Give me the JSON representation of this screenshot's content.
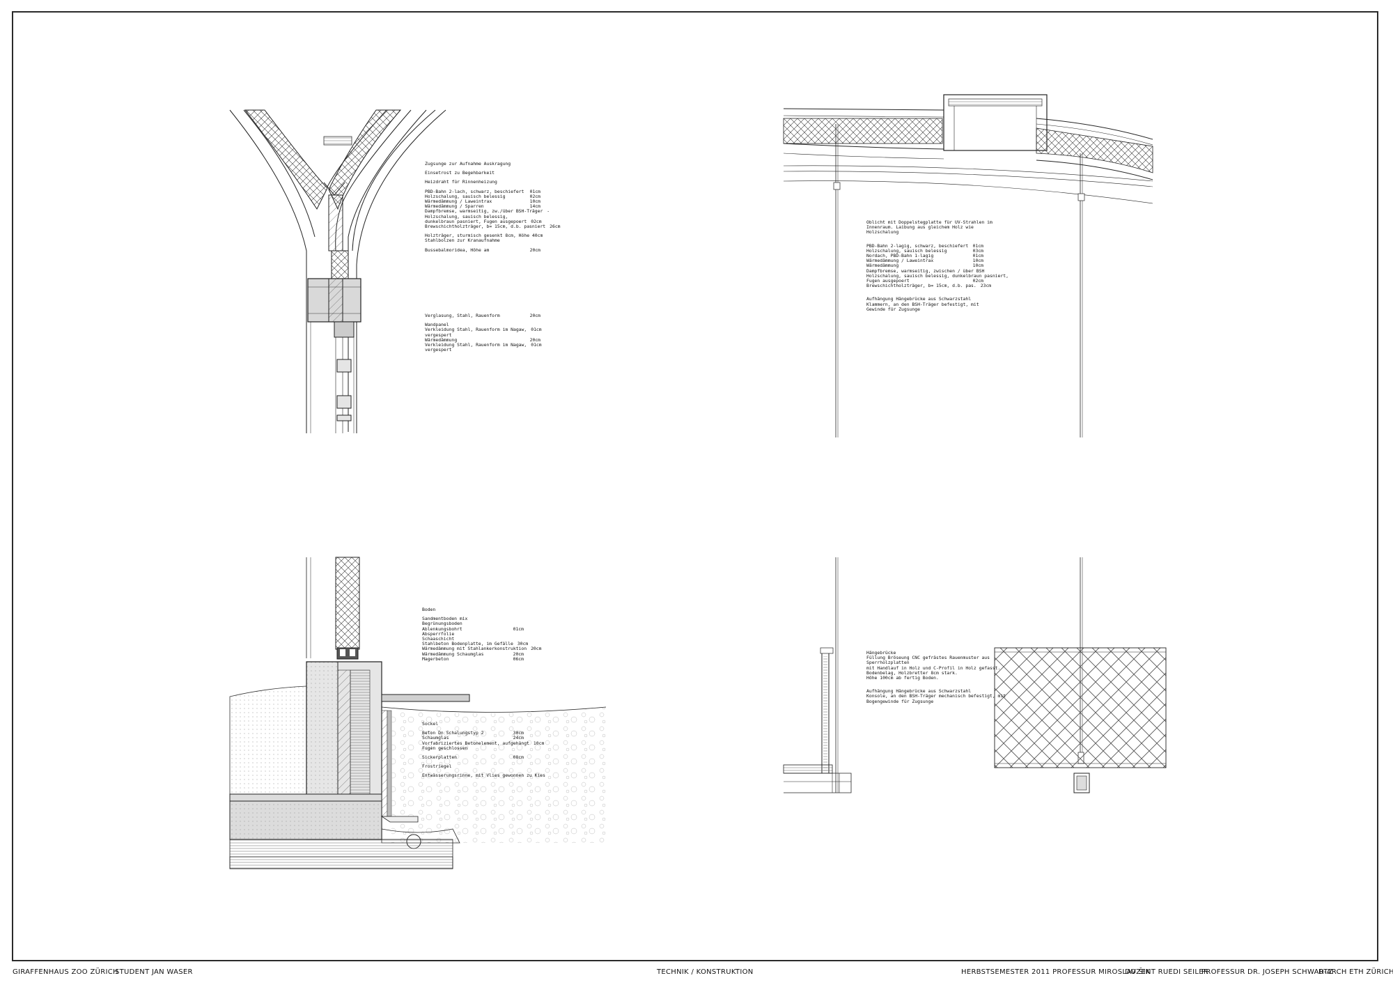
{
  "footer": {
    "project": "GIRAFFENHAUS ZOO ZÜRICH",
    "student": "STUDENT JAN WASER",
    "subject": "TECHNIK / KONSTRUKTION",
    "semester": "HERBSTSEMESTER 2011  PROFESSUR MIROSLAV ŠIK",
    "lecturer": "DOZENT RUEDI SEILER",
    "professor": "PROFESSUR DR. JOSEPH SCHWARTZ",
    "institution": "D-ARCH  ETH ZÜRICH"
  },
  "notes": {
    "detail_top_left": [
      {
        "t": "Zugsunge zur Aufnahme Auskragung",
        "v": ""
      },
      {
        "gap": true
      },
      {
        "t": "Einsetrost zu Begehbarkeit",
        "v": ""
      },
      {
        "gap": true
      },
      {
        "t": "Heizdraht für Rinnenheizung",
        "v": ""
      },
      {
        "gap": true
      },
      {
        "t": "PBD-Bahn 2-lach, schwarz, beschiefert",
        "v": "01cm"
      },
      {
        "t": "Holzschalung, sauisch belessig",
        "v": "02cm"
      },
      {
        "t": "Wärmedämmung / Laweintrax",
        "v": "10cm"
      },
      {
        "t": "Wärmedämmung / Sparren",
        "v": "14cm"
      },
      {
        "t": "Dampfbremse, warmseitig, zw./über BSH-Träger",
        "v": "-"
      },
      {
        "t": "Holzschalung, sauisch belessig,",
        "v": ""
      },
      {
        "t": "dunkelbraun pasniert, Fugen ausgepoert",
        "v": "02cm"
      },
      {
        "t": "Brewschichtholzträger, b= 15cm, d.b. pasniert",
        "v": "26cm"
      },
      {
        "gap": true
      },
      {
        "t": "Holzträger, sturmisch gesenkt 8cm, Höhe 40cm",
        "v": ""
      },
      {
        "t": "Stahlbolzen zur Kranaufnahme",
        "v": ""
      },
      {
        "gap": true
      },
      {
        "t": "Bussebalmoridea, Höhe am",
        "v": "20cm"
      }
    ],
    "detail_top_left_lower": [
      {
        "t": "Verglasung, Stahl, Rauenform",
        "v": "20cm"
      },
      {
        "gap": true
      },
      {
        "t": "Wandpanel",
        "v": ""
      },
      {
        "t": "Verkleidung Stahl, Rauenform im Nagaw,",
        "v": "01cm"
      },
      {
        "t": "vergespert",
        "v": ""
      },
      {
        "t": "Wärmedämmung",
        "v": "20cm"
      },
      {
        "t": "Verkleidung Stahl, Rauenform im Nagaw,",
        "v": "01cm"
      },
      {
        "t": "vergespert",
        "v": ""
      }
    ],
    "detail_top_right": [
      {
        "t": "Oblicht mit Doppelstegplatte für UV-Strahlen im",
        "v": ""
      },
      {
        "t": "Innenraum. Laibung aus gleichem Holz wie",
        "v": ""
      },
      {
        "t": "Holzschalung",
        "v": ""
      },
      {
        "gap": true
      },
      {
        "gap": true
      },
      {
        "t": "PBD-Bahn 2-lagig, schwarz, beschiefert",
        "v": "01cm"
      },
      {
        "t": "Holzschalung, sauisch belessig",
        "v": "03cm"
      },
      {
        "t": "Nordach, PBD-Bahn 1-lagig",
        "v": "01cm"
      },
      {
        "t": "Wärmedämmung / Laweintrax",
        "v": "10cm"
      },
      {
        "t": "Wärmedämmung",
        "v": "10cm"
      },
      {
        "t": "Dampfbremse, warmseitig, zwischen / über BSH",
        "v": ""
      },
      {
        "t": "Holzschalung, sauisch belessig, dunkelbraun pasniert,",
        "v": ""
      },
      {
        "t": "Fugen ausgepoert",
        "v": "02cm"
      },
      {
        "t": "Brewschichtholzträger, b= 15cm, d.b. pas.",
        "v": "23cm"
      },
      {
        "gap": true
      },
      {
        "gap": true
      },
      {
        "t": "Aufhängung Hängebrücke aus Schwarzstahl",
        "v": ""
      },
      {
        "t": "Klammern, an den BSH-Träger befestigt, mit",
        "v": ""
      },
      {
        "t": "Gewinde für Zugsunge",
        "v": ""
      }
    ],
    "detail_bottom_left": [
      {
        "t": "Boden",
        "v": ""
      },
      {
        "gap": true
      },
      {
        "t": "Sandmentboden mix",
        "v": ""
      },
      {
        "t": "Begrünungsboden",
        "v": ""
      },
      {
        "t": "Ablenkungsbohrt",
        "v": "01cm"
      },
      {
        "t": "Absperrfolie",
        "v": ""
      },
      {
        "t": "Schaaschicht",
        "v": ""
      },
      {
        "t": "Stahlbeton Bodenplatte, im Gefälle",
        "v": "30cm"
      },
      {
        "t": "Wärmedämmung mit Stahlankerkonstruktion",
        "v": "20cm"
      },
      {
        "t": "Wärmedämmung Schaumglas",
        "v": "20cm"
      },
      {
        "t": "Magerbeton",
        "v": "06cm"
      }
    ],
    "detail_bottom_left_lower": [
      {
        "t": "Sockel",
        "v": ""
      },
      {
        "gap": true
      },
      {
        "t": "Beton Dn Schalungstyp 2",
        "v": "30cm"
      },
      {
        "t": "Schaumglas",
        "v": "24cm"
      },
      {
        "t": "Vorfabriziertes Betonelement, aufgehängt",
        "v": "10cm"
      },
      {
        "t": "Fugen geschlossen",
        "v": ""
      },
      {
        "gap": true
      },
      {
        "t": "Sickerplatten",
        "v": "08cm"
      },
      {
        "gap": true
      },
      {
        "t": "Frostriegel",
        "v": ""
      },
      {
        "gap": true
      },
      {
        "t": "Entwässerungsrinne, mit Vlies gewonnen zu Kies",
        "v": ""
      }
    ],
    "detail_bottom_right": [
      {
        "t": "Hängebrücke",
        "v": ""
      },
      {
        "t": "Füllung Bröseung CNC gefrästes Rauenmuster aus",
        "v": ""
      },
      {
        "t": "Sperrholzplatten",
        "v": ""
      },
      {
        "t": "mit Handlauf in Holz und C-Profil in Holz gefasst.",
        "v": ""
      },
      {
        "t": "Bodenbelag, Holzbretter 8cm stark.",
        "v": ""
      },
      {
        "t": "Höhe 100cm ab fertig Boden.",
        "v": ""
      },
      {
        "gap": true
      },
      {
        "gap": true
      },
      {
        "t": "Aufhängung Hängebrücke aus Schwarzstahl",
        "v": ""
      },
      {
        "t": "Konsole, an den BSH-Träger mechanisch befestigt, mit",
        "v": ""
      },
      {
        "t": "Bogengewinde für Zugsunge",
        "v": ""
      }
    ]
  }
}
